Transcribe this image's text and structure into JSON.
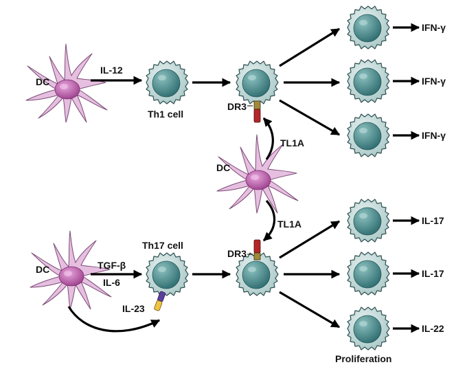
{
  "labels": {
    "dc_top": "DC",
    "il12": "IL-12",
    "th1": "Th1 cell",
    "dr3_top": "DR3",
    "tl1a_top": "TL1A",
    "dc_mid": "DC",
    "tl1a_bottom": "TL1A",
    "dr3_bottom": "DR3",
    "th17": "Th17 cell",
    "dc_bottom": "DC",
    "tgfb": "TGF-β",
    "il6": "IL-6",
    "il23": "IL-23",
    "ifng_1": "IFN-γ",
    "ifng_2": "IFN-γ",
    "ifng_3": "IFN-γ",
    "il17_1": "IL-17",
    "il17_2": "IL-17",
    "il22": "IL-22",
    "proliferation": "Proliferation"
  },
  "colors": {
    "cell_body": "#c8dedd",
    "cell_nucleus": "#4f8e8e",
    "dc_body": "#e2b6dc",
    "dc_nucleus": "#b86aa8",
    "dr3_receptor": "#b3262a",
    "il23_receptor_top": "#5a3f9c",
    "il23_receptor_bottom": "#f0c440",
    "arrow": "#000000"
  }
}
